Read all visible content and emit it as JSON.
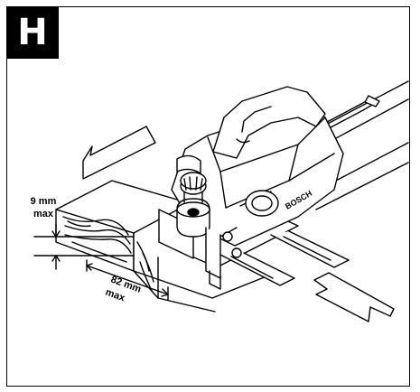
{
  "figure": {
    "letter": "H",
    "labels": {
      "depth_value": "9 mm",
      "depth_max": "max",
      "width_value": "82 mm",
      "width_max": "max",
      "brand": "BOSCH"
    },
    "colors": {
      "stroke": "#000000",
      "fill": "#ffffff",
      "badge": "#000000"
    },
    "icons": [
      "arrow-left-icon",
      "arrow-right-icon"
    ]
  }
}
